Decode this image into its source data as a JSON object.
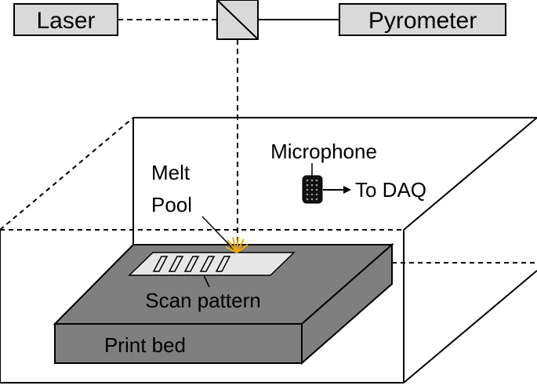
{
  "labels": {
    "laser": "Laser",
    "pyrometer": "Pyrometer",
    "microphone": "Microphone",
    "to_daq": "To DAQ",
    "melt_pool_line1": "Melt",
    "melt_pool_line2": "Pool",
    "scan_pattern": "Scan pattern",
    "print_bed": "Print bed"
  },
  "colors": {
    "box_fill": "#d9d9d9",
    "bed_fill": "#7f7f7f",
    "scan_area_fill": "#e6e6e6",
    "spark": "#f2a900",
    "stroke": "#000000"
  },
  "icons": {
    "beam_splitter": "beam-splitter-icon",
    "microphone": "microphone-icon",
    "spark": "melt-pool-spark-icon"
  }
}
